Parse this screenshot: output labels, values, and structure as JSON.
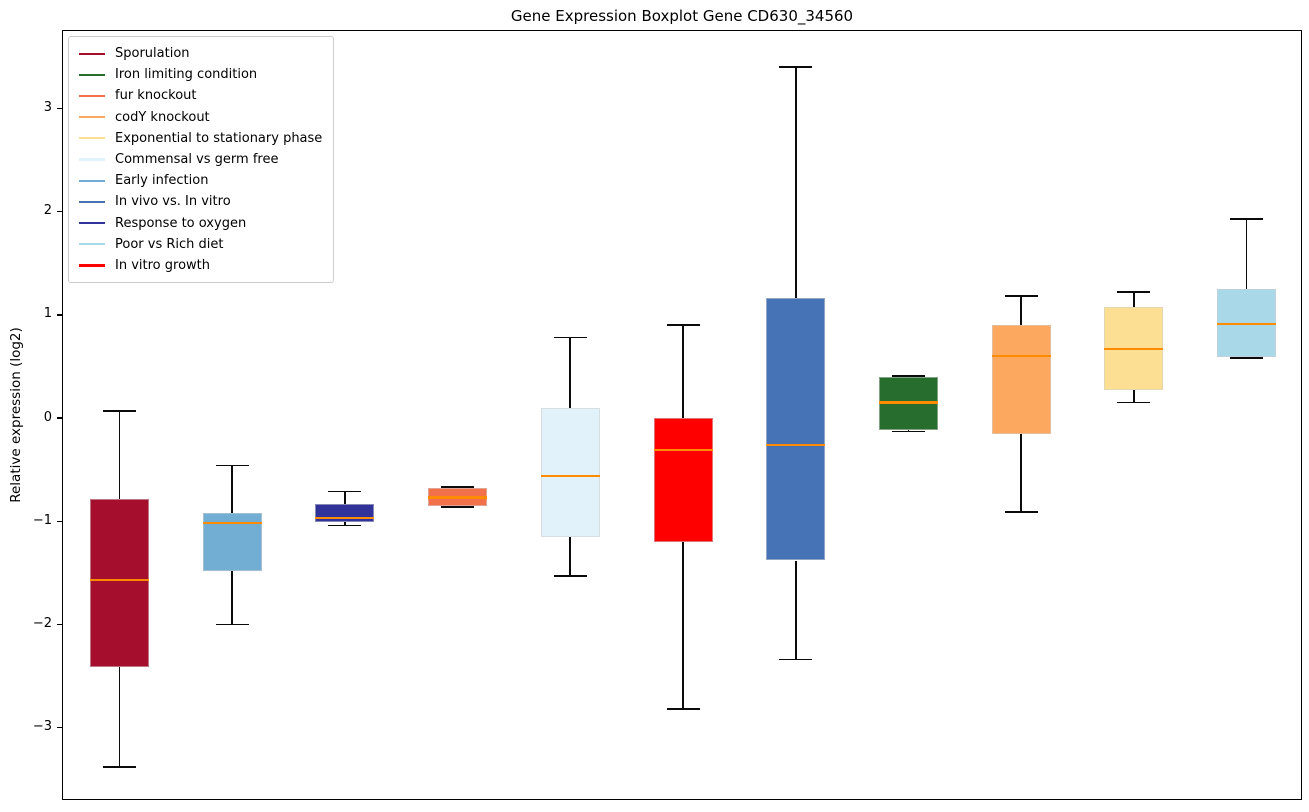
{
  "title": "Gene Expression Boxplot Gene CD630_34560",
  "ylabel": "Relative expression (log2)",
  "style_colors": {
    "median_line": "#ff8c00",
    "whisker": "#0b0b0b",
    "frame": "#000000",
    "legend_border": "#cccccc"
  },
  "chart_data": {
    "type": "boxplot",
    "title": "Gene Expression Boxplot Gene CD630_34560",
    "xlabel": "",
    "ylabel": "Relative expression (log2)",
    "ylim": [
      -3.7,
      3.76
    ],
    "grid": false,
    "legend_position": "upper left",
    "y_ticks": [
      3,
      2,
      1,
      0,
      -1,
      -2,
      -3
    ],
    "y_tick_labels": [
      "3",
      "2",
      "1",
      "0",
      "−1",
      "−2",
      "−3"
    ],
    "series": [
      {
        "name": "Sporulation",
        "color": "#a50e2d",
        "whisker_low": -3.37,
        "q1": -2.4,
        "median": -1.56,
        "q3": -0.77,
        "whisker_high": 0.08
      },
      {
        "name": "Early infection",
        "color": "#72aed4",
        "whisker_low": -1.99,
        "q1": -1.47,
        "median": -1.01,
        "q3": -0.91,
        "whisker_high": -0.45
      },
      {
        "name": "Response to oxygen",
        "color": "#32339a",
        "whisker_low": -1.03,
        "q1": -1.0,
        "median": -0.96,
        "q3": -0.82,
        "whisker_high": -0.7
      },
      {
        "name": "fur knockout",
        "color": "#f3714a",
        "whisker_low": -0.85,
        "q1": -0.84,
        "median": -0.76,
        "q3": -0.67,
        "whisker_high": -0.66
      },
      {
        "name": "Commensal vs germ free",
        "color": "#e1f2fa",
        "whisker_low": -1.52,
        "q1": -1.14,
        "median": -0.55,
        "q3": 0.11,
        "whisker_high": 0.79
      },
      {
        "name": "In vitro growth",
        "color": "#ff0000",
        "whisker_low": -2.81,
        "q1": -1.19,
        "median": -0.3,
        "q3": 0.01,
        "whisker_high": 0.91
      },
      {
        "name": "In vivo vs. In vitro",
        "color": "#4573b6",
        "whisker_low": -2.33,
        "q1": -1.37,
        "median": -0.25,
        "q3": 1.17,
        "whisker_high": 3.41
      },
      {
        "name": "Iron limiting condition",
        "color": "#266d2e",
        "whisker_low": -0.12,
        "q1": -0.11,
        "median": 0.16,
        "q3": 0.41,
        "whisker_high": 0.42
      },
      {
        "name": "codY knockout",
        "color": "#fca95f",
        "whisker_low": -0.9,
        "q1": -0.14,
        "median": 0.61,
        "q3": 0.91,
        "whisker_high": 1.19
      },
      {
        "name": "Exponential to stationary phase",
        "color": "#fcdf92",
        "whisker_low": 0.16,
        "q1": 0.28,
        "median": 0.68,
        "q3": 1.09,
        "whisker_high": 1.23
      },
      {
        "name": "Poor vs Rich diet",
        "color": "#a9d8e9",
        "whisker_low": 0.59,
        "q1": 0.6,
        "median": 0.92,
        "q3": 1.26,
        "whisker_high": 1.94
      }
    ],
    "legend": [
      {
        "label": "Sporulation",
        "color": "#a50e2d"
      },
      {
        "label": "Iron limiting condition",
        "color": "#266d2e"
      },
      {
        "label": "fur knockout",
        "color": "#f3714a"
      },
      {
        "label": "codY knockout",
        "color": "#fca95f"
      },
      {
        "label": "Exponential to stationary phase",
        "color": "#fcdf92"
      },
      {
        "label": "Commensal vs germ free",
        "color": "#e1f2fa"
      },
      {
        "label": "Early infection",
        "color": "#72aed4"
      },
      {
        "label": "In vivo vs. In vitro",
        "color": "#4573b6"
      },
      {
        "label": "Response to oxygen",
        "color": "#32339a"
      },
      {
        "label": "Poor vs Rich diet",
        "color": "#a9d8e9"
      },
      {
        "label": "In vitro growth",
        "color": "#ff0000"
      }
    ]
  }
}
